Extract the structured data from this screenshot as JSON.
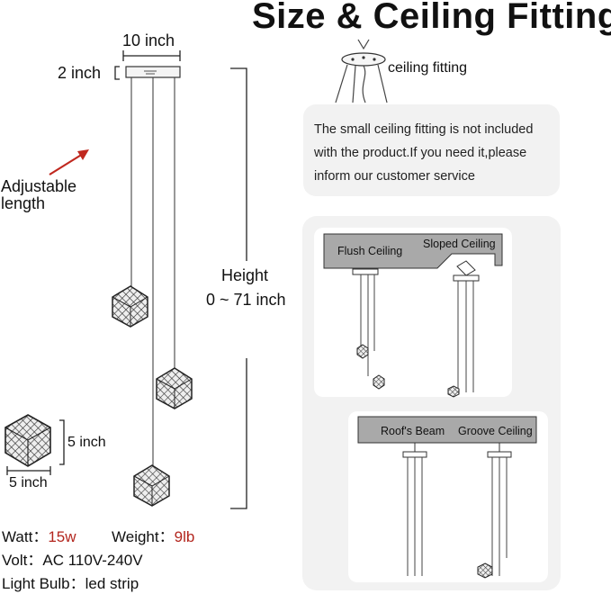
{
  "title": "Size & Ceiling Fitting",
  "dims": {
    "width_label": "10 inch",
    "canopy_height_label": "2 inch",
    "adjustable_line1": "Adjustable",
    "adjustable_line2": "length",
    "height_label": "Height",
    "height_range": "0 ~ 71 inch",
    "shade_height_label": "5 inch",
    "shade_width_label": "5 inch"
  },
  "ceiling_fitting_label": "ceiling fitting",
  "note_text": "The small ceiling fitting is not included with the product.If you need it,please inform our customer service",
  "ceiling_types": {
    "flush": "Flush Ceiling",
    "sloped": "Sloped Ceiling",
    "beam": "Roof's Beam",
    "groove": "Groove Ceiling"
  },
  "specs": {
    "watt_label": "Watt：",
    "watt_value": "15w",
    "weight_label": "Weight：",
    "weight_value": "9lb",
    "volt_label": "Volt：",
    "volt_value": "AC 110V-240V",
    "bulb_label": "Light Bulb：",
    "bulb_value": "led strip"
  },
  "colors": {
    "accent_red": "#b3261e",
    "panel_gray": "#f2f2f2",
    "ceiling_gray": "#a9a9a9"
  }
}
